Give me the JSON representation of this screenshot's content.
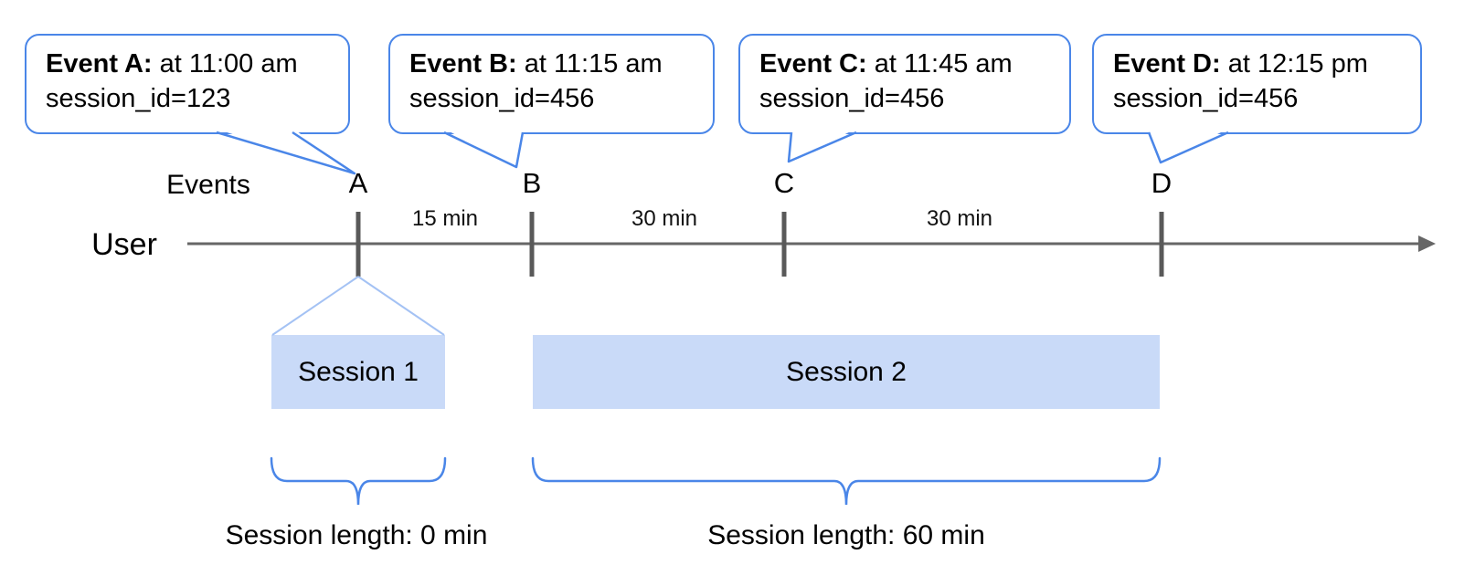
{
  "colors": {
    "accent": "#4a86e8",
    "funnel": "#a4c2f4",
    "barfill": "#c9daf8",
    "line": "#666666",
    "tick": "#595959",
    "text": "#000000"
  },
  "callouts": [
    {
      "event": "A",
      "bold": "Event A:",
      "rest": " at 11:00 am",
      "line2": "session_id=123"
    },
    {
      "event": "B",
      "bold": "Event B:",
      "rest": " at 11:15 am",
      "line2": "session_id=456"
    },
    {
      "event": "C",
      "bold": "Event C:",
      "rest": " at 11:45 am",
      "line2": "session_id=456"
    },
    {
      "event": "D",
      "bold": "Event D:",
      "rest": " at 12:15 pm",
      "line2": "session_id=456"
    }
  ],
  "timeline": {
    "events_label": "Events",
    "user_label": "User",
    "markers": [
      "A",
      "B",
      "C",
      "D"
    ],
    "intervals": [
      "15 min",
      "30 min",
      "30 min"
    ]
  },
  "sessions": [
    {
      "label": "Session 1",
      "length": "Session length: 0 min"
    },
    {
      "label": "Session 2",
      "length": "Session length: 60 min"
    }
  ]
}
